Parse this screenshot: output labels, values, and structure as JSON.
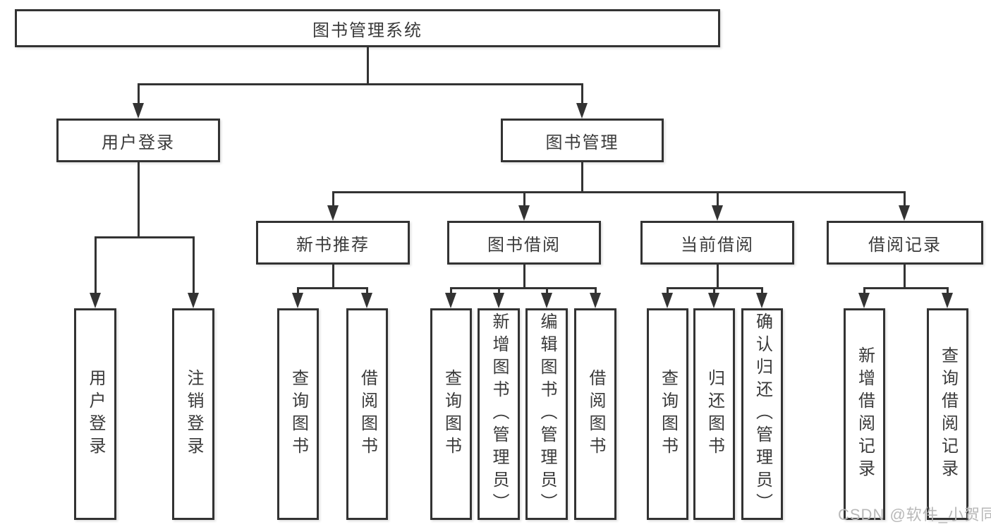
{
  "diagram": {
    "root": {
      "label": "图书管理系统",
      "children": [
        {
          "label": "用户登录",
          "children": [
            {
              "label": "用户登录"
            },
            {
              "label": "注销登录"
            }
          ]
        },
        {
          "label": "图书管理",
          "children": [
            {
              "label": "新书推荐",
              "children": [
                {
                  "label": "查询图书"
                },
                {
                  "label": "借阅图书"
                }
              ]
            },
            {
              "label": "图书借阅",
              "children": [
                {
                  "label": "查询图书"
                },
                {
                  "label": "新增图书（管理员）"
                },
                {
                  "label": "编辑图书（管理员）"
                },
                {
                  "label": "借阅图书"
                }
              ]
            },
            {
              "label": "当前借阅",
              "children": [
                {
                  "label": "查询图书"
                },
                {
                  "label": "归还图书"
                },
                {
                  "label": "确认归还（管理员）"
                }
              ]
            },
            {
              "label": "借阅记录",
              "children": [
                {
                  "label": "新增借阅记录"
                },
                {
                  "label": "查询借阅记录"
                }
              ]
            }
          ]
        }
      ]
    }
  },
  "watermark": {
    "text": "CSDN @软件_小贺同学"
  },
  "colors": {
    "line": "#333333",
    "box_border": "#333333",
    "text": "#3a3a3a",
    "background": "#ffffff",
    "watermark": "#b8b8b8"
  }
}
